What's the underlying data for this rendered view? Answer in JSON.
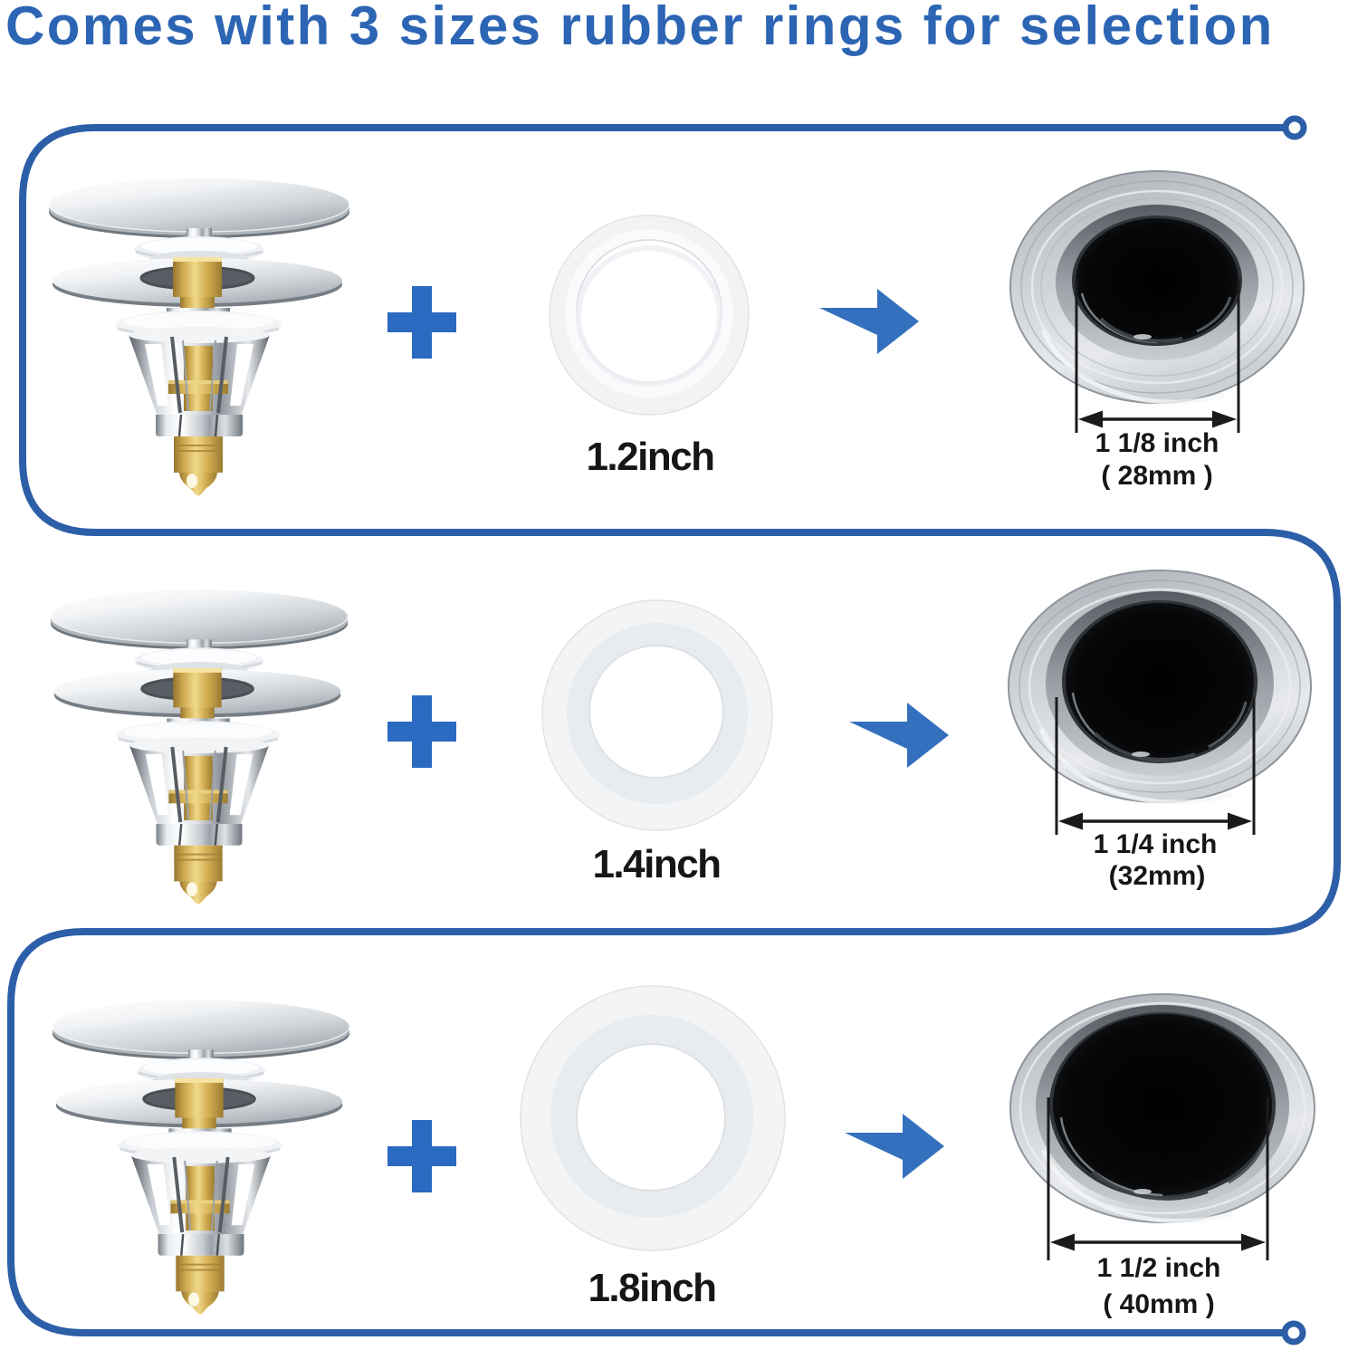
{
  "title": "Comes with 3 sizes rubber rings for selection",
  "colors": {
    "title_blue": "#2c65b4",
    "shape_blue": "#2b6ac1",
    "arrow_blue": "#3470bd",
    "border_blue": "#2d5fa8",
    "text_black": "#1b1b1b"
  },
  "rows": [
    {
      "ring_label": "1.2inch",
      "hole_inch": "1 1/8 inch",
      "hole_mm": "( 28mm )"
    },
    {
      "ring_label": "1.4inch",
      "hole_inch": "1 1/4 inch",
      "hole_mm": "(32mm)"
    },
    {
      "ring_label": "1.8inch",
      "hole_inch": "1 1/2 inch",
      "hole_mm": "( 40mm )"
    }
  ]
}
